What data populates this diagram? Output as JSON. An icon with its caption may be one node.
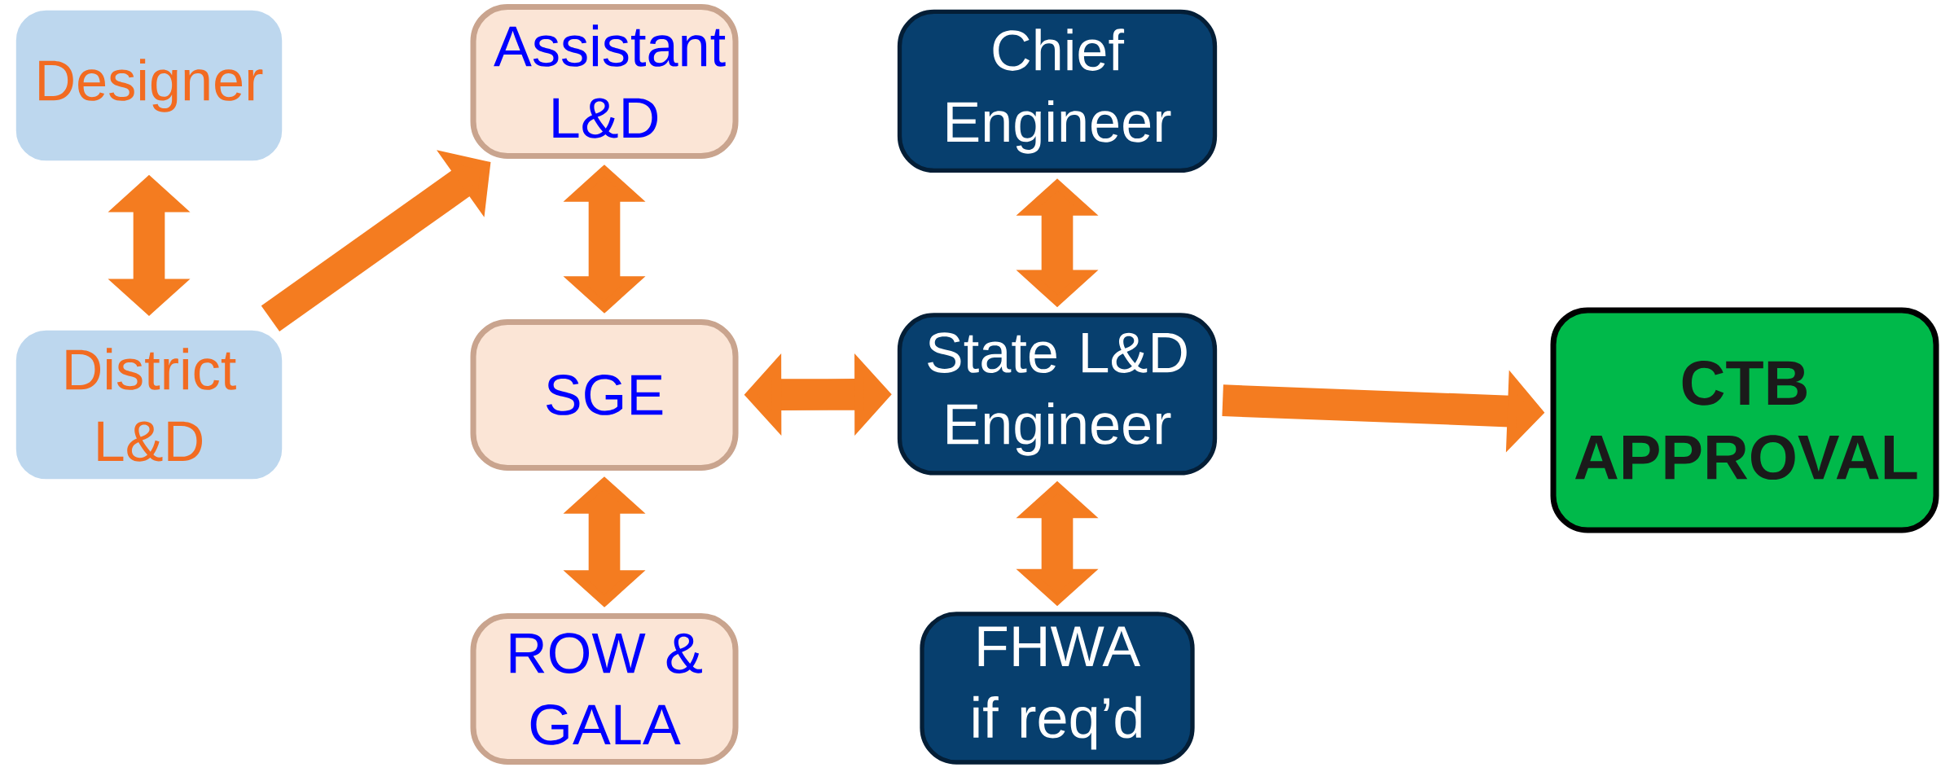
{
  "diagram": {
    "nodes": [
      {
        "text": [
          "Designer"
        ]
      },
      {
        "text": [
          "District L&D"
        ]
      },
      {
        "text": [
          "Assistant L&D"
        ]
      },
      {
        "text": [
          "SGE"
        ]
      },
      {
        "text": [
          "ROW & GALA"
        ]
      },
      {
        "text": [
          "Chief Engineer"
        ]
      },
      {
        "text": [
          "State L&D Engineer"
        ]
      },
      {
        "text": [
          "FHWA if req’d"
        ]
      },
      {
        "text": [
          "CTB APPROVAL"
        ]
      }
    ],
    "edges": [
      {
        "from": 0,
        "to": 1,
        "arrow": "both"
      },
      {
        "from": 1,
        "to": 2,
        "arrow": "to"
      },
      {
        "from": 2,
        "to": 3,
        "arrow": "both"
      },
      {
        "from": 3,
        "to": 4,
        "arrow": "both"
      },
      {
        "from": 3,
        "to": 6,
        "arrow": "both"
      },
      {
        "from": 5,
        "to": 6,
        "arrow": "both"
      },
      {
        "from": 6,
        "to": 7,
        "arrow": "both"
      },
      {
        "from": 6,
        "to": 8,
        "arrow": "to"
      }
    ]
  }
}
